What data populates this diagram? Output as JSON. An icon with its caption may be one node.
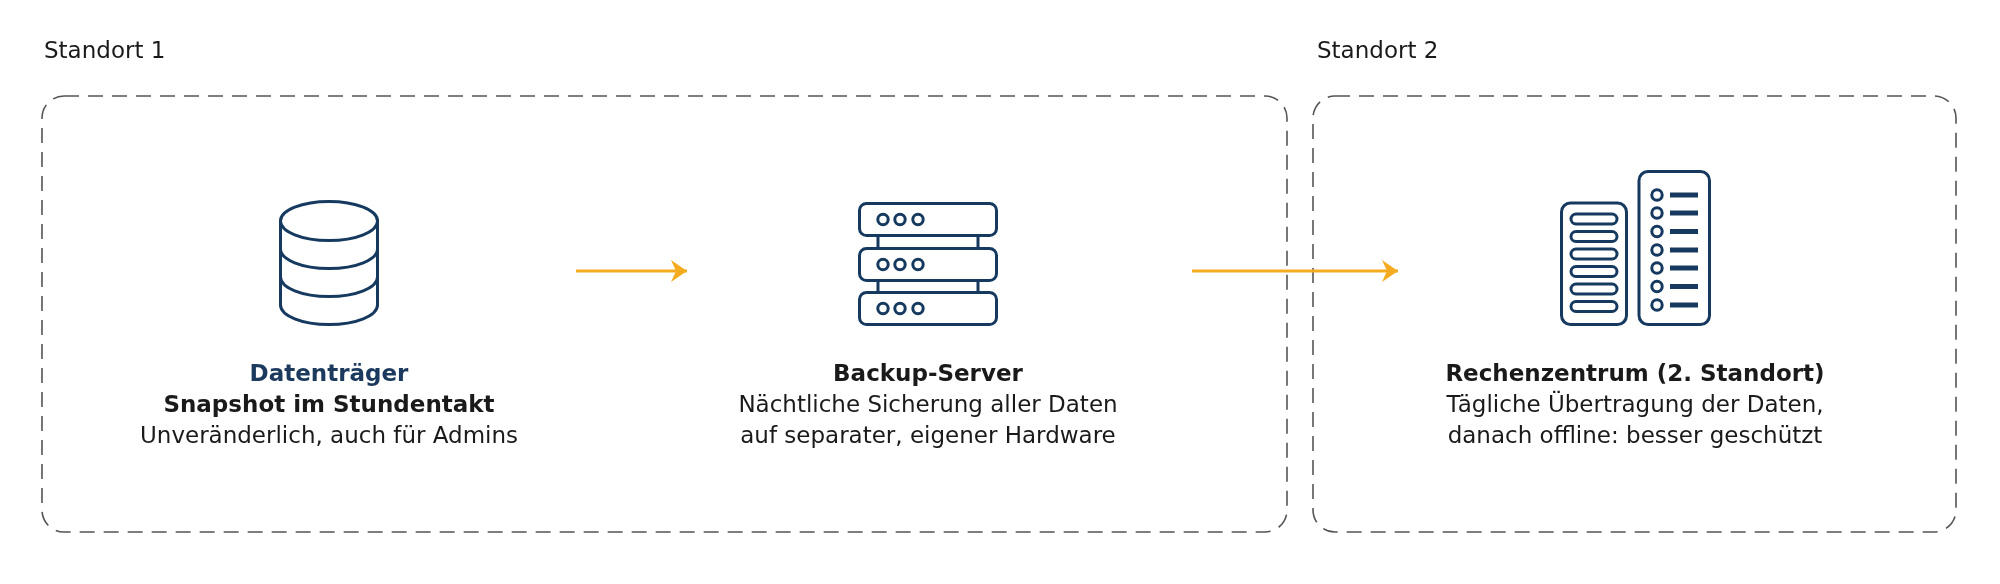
{
  "diagram": {
    "nodes": [
      {
        "text": [
          "Standort 1"
        ]
      },
      {
        "text": [
          "Datenträger",
          "Snapshot im Stundentakt",
          "Unveränderlich, auch für Admins"
        ],
        "in": 0
      },
      {
        "text": [
          "Backup-Server",
          "Nächtliche Sicherung aller Daten auf separater, eigener Hardware"
        ],
        "in": 0
      },
      {
        "text": [
          "Standort 2"
        ]
      },
      {
        "text": [
          "Rechenzentrum (2. Standort)",
          "Tägliche Übertragung der Daten, danach offline: besser geschützt"
        ],
        "in": 3
      }
    ],
    "edges": [
      {
        "from": 1,
        "to": 2,
        "arrow": "to"
      },
      {
        "from": 2,
        "to": 4,
        "arrow": "to"
      }
    ]
  }
}
